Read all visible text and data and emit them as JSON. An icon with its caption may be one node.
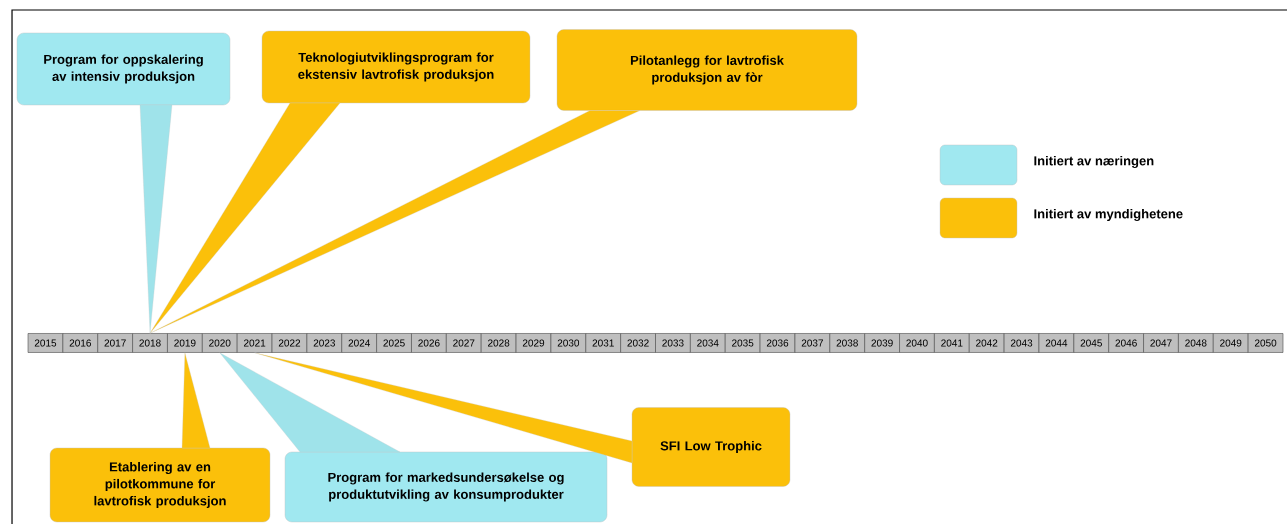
{
  "diagram": {
    "nodes": [
      {
        "text": [
          "Program for oppskalering av intensiv produksjon"
        ]
      },
      {
        "text": [
          "Teknologiutviklingsprogram for ekstensiv lavtrofisk produksjon"
        ]
      },
      {
        "text": [
          "Pilotanlegg for lavtrofisk produksjon av fòr"
        ]
      },
      {
        "text": [
          "2015"
        ]
      },
      {
        "text": [
          "2016"
        ]
      },
      {
        "text": [
          "2017"
        ]
      },
      {
        "text": [
          "2018"
        ]
      },
      {
        "text": [
          "2019"
        ]
      },
      {
        "text": [
          "2020"
        ]
      },
      {
        "text": [
          "2021"
        ]
      },
      {
        "text": [
          "2022"
        ]
      },
      {
        "text": [
          "2023"
        ]
      },
      {
        "text": [
          "2024"
        ]
      },
      {
        "text": [
          "2025"
        ]
      },
      {
        "text": [
          "2026"
        ]
      },
      {
        "text": [
          "2027"
        ]
      },
      {
        "text": [
          "2028"
        ]
      },
      {
        "text": [
          "2029"
        ]
      },
      {
        "text": [
          "2030"
        ]
      },
      {
        "text": [
          "2031"
        ]
      },
      {
        "text": [
          "2032"
        ]
      },
      {
        "text": [
          "2033"
        ]
      },
      {
        "text": [
          "2034"
        ]
      },
      {
        "text": [
          "2035"
        ]
      },
      {
        "text": [
          "2036"
        ]
      },
      {
        "text": [
          "2037"
        ]
      },
      {
        "text": [
          "2038"
        ]
      },
      {
        "text": [
          "2039"
        ]
      },
      {
        "text": [
          "2040"
        ]
      },
      {
        "text": [
          "2041"
        ]
      },
      {
        "text": [
          "2042"
        ]
      },
      {
        "text": [
          "2043"
        ]
      },
      {
        "text": [
          "2044"
        ]
      },
      {
        "text": [
          "2045"
        ]
      },
      {
        "text": [
          "2046"
        ]
      },
      {
        "text": [
          "2047"
        ]
      },
      {
        "text": [
          "2048"
        ]
      },
      {
        "text": [
          "2049"
        ]
      },
      {
        "text": [
          "2050"
        ]
      },
      {
        "text": [
          "Etablering av en pilotkommune for lavtrofisk produksjon"
        ]
      },
      {
        "text": [
          "Program for markedsundersøkelse og produktutvikling av  konsumprodukter"
        ]
      },
      {
        "text": [
          "SFI Low Trophic"
        ]
      }
    ],
    "edges": [
      {
        "from": 0,
        "to": 6,
        "arrow": "none",
        "color": "#9fe3ea"
      },
      {
        "from": 1,
        "to": 6,
        "arrow": "none"
      },
      {
        "from": 2,
        "to": 6,
        "arrow": "none"
      },
      {
        "from": 39,
        "to": 7,
        "arrow": "none"
      },
      {
        "from": 40,
        "to": 8,
        "arrow": "none",
        "color": "#9fe3ea"
      },
      {
        "from": 41,
        "to": 9,
        "arrow": "none"
      }
    ],
    "legend": [
      {
        "text": "Initiert av næringen",
        "color": "#a0e8f0"
      },
      {
        "text": "Initiert av myndighetene",
        "color": "#fbc00a"
      }
    ]
  }
}
